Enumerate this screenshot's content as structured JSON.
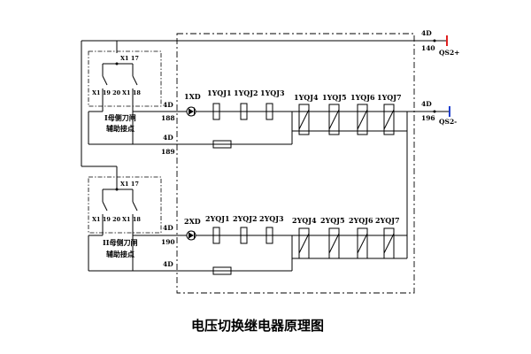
{
  "diagram": {
    "title": "电压切换继电器原理图",
    "terminal_4d": "4D",
    "terminals": {
      "t140": "140",
      "t196": "196",
      "t188": "188",
      "t189": "189",
      "t190": "190"
    },
    "supply": {
      "pos": "QS2+",
      "neg": "QS2-"
    },
    "group1": {
      "indicator": "1XD",
      "coils_a": [
        "1YQJ1",
        "1YQJ2",
        "1YQJ3"
      ],
      "coils_b": [
        "1YQJ4",
        "1YQJ5",
        "1YQJ6",
        "1YQJ7"
      ],
      "contact_top": "X1 17",
      "contact_left": "X1 19 20",
      "contact_right": "X1 18",
      "caption_line1": "I母侧刀闸",
      "caption_line2": "辅助接点"
    },
    "group2": {
      "indicator": "2XD",
      "coils_a": [
        "2YQJ1",
        "2YQJ2",
        "2YQJ3"
      ],
      "coils_b": [
        "2YQJ4",
        "2YQJ5",
        "2YQJ6",
        "2YQJ7"
      ],
      "contact_top": "X1 17",
      "contact_left": "X1 19 20",
      "contact_right": "X1 18",
      "caption_line1": "II母侧刀闸",
      "caption_line2": "辅助接点"
    },
    "colors": {
      "pos_marker": "#e02020",
      "neg_marker": "#1f3fcf",
      "line": "#000000"
    }
  }
}
